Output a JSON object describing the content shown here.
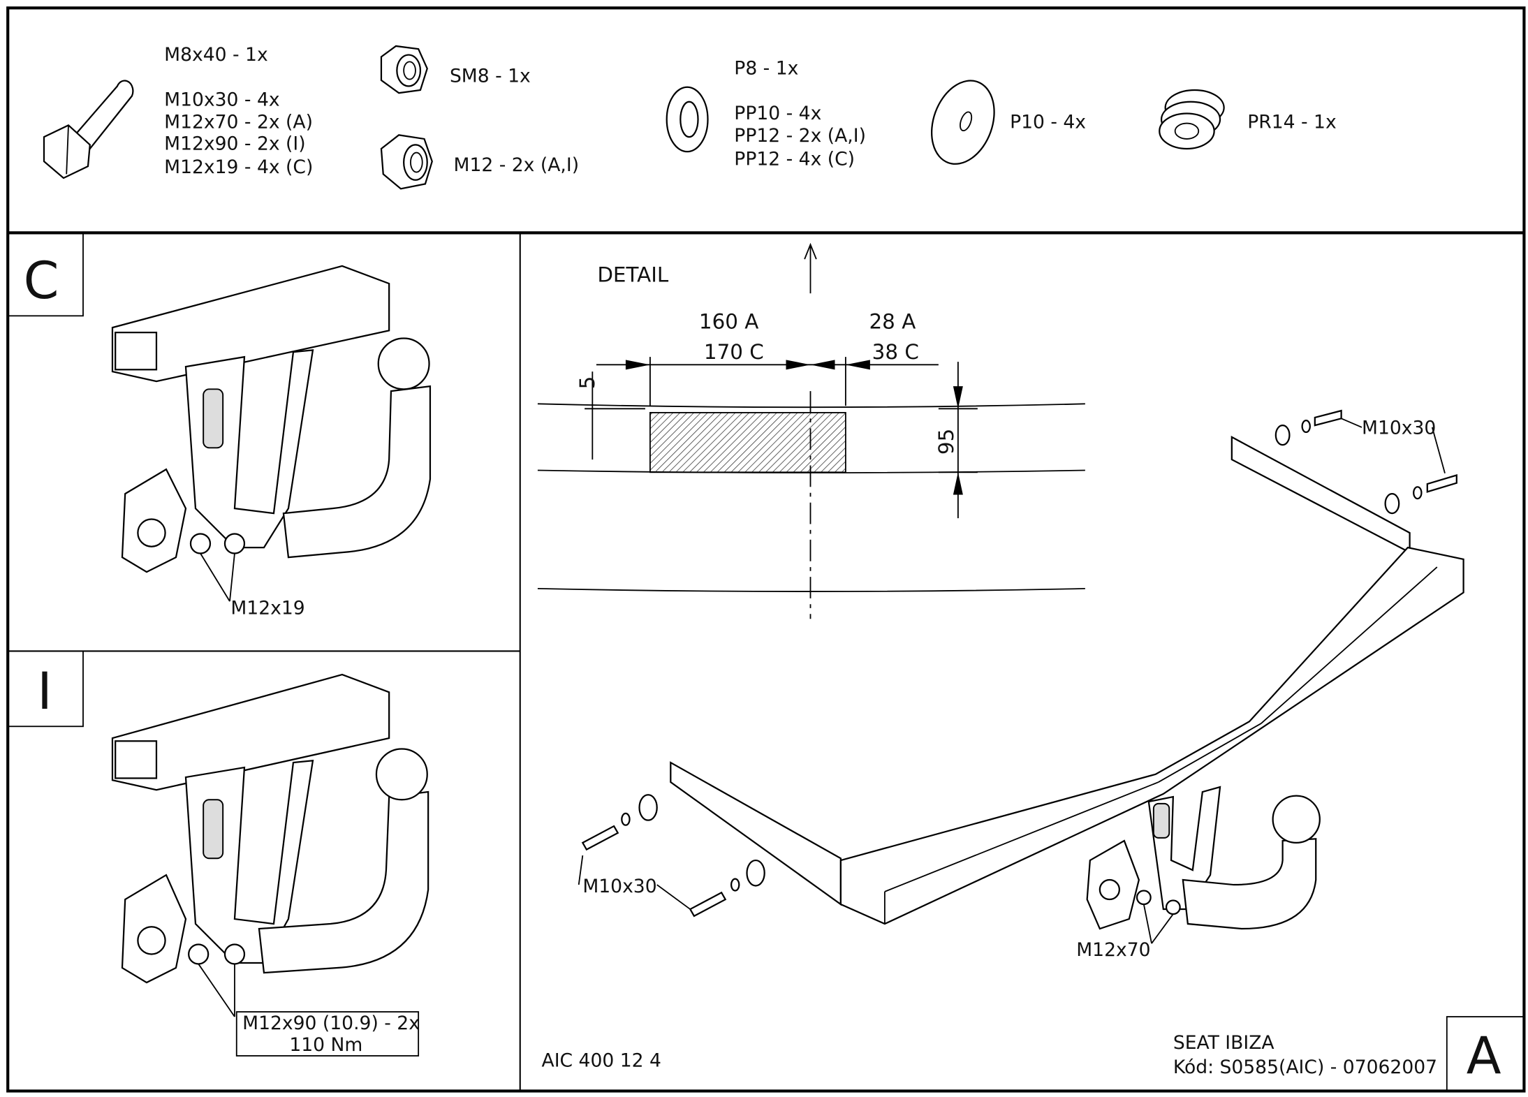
{
  "parts_list": {
    "bolts": [
      "M8x40 - 1x",
      "M10x30 - 4x",
      "M12x70 - 2x (A)",
      "M12x90 - 2x (I)",
      "M12x19 - 4x (C)"
    ],
    "nut_sm8": "SM8 - 1x",
    "nut_m12": "M12 - 2x (A,I)",
    "washers_small": [
      "P8 - 1x",
      "PP10 - 4x",
      "PP12 - 2x (A,I)",
      "PP12 - 4x (C)"
    ],
    "washer_large": "P10 - 4x",
    "spring_washer": "PR14 - 1x"
  },
  "view_c": {
    "letter": "C",
    "bolt_label": "M12x19"
  },
  "view_i": {
    "letter": "I",
    "bolt_label": "M12x90 (10.9) - 2x",
    "torque": "110 Nm"
  },
  "detail": {
    "title": "DETAIL",
    "dim_left_a": "160 A",
    "dim_left_c": "170 C",
    "dim_right_a": "28 A",
    "dim_right_c": "38 C",
    "dim_small": "5",
    "dim_height": "95"
  },
  "view_a": {
    "letter": "A",
    "label_upper": "M10x30",
    "label_lower": "M10x30",
    "label_ball": "M12x70"
  },
  "title_block": {
    "drawing_number": "AIC 400 12 4",
    "vehicle": "SEAT IBIZA",
    "code": "Kód: S0585(AIC) - 07062007"
  }
}
